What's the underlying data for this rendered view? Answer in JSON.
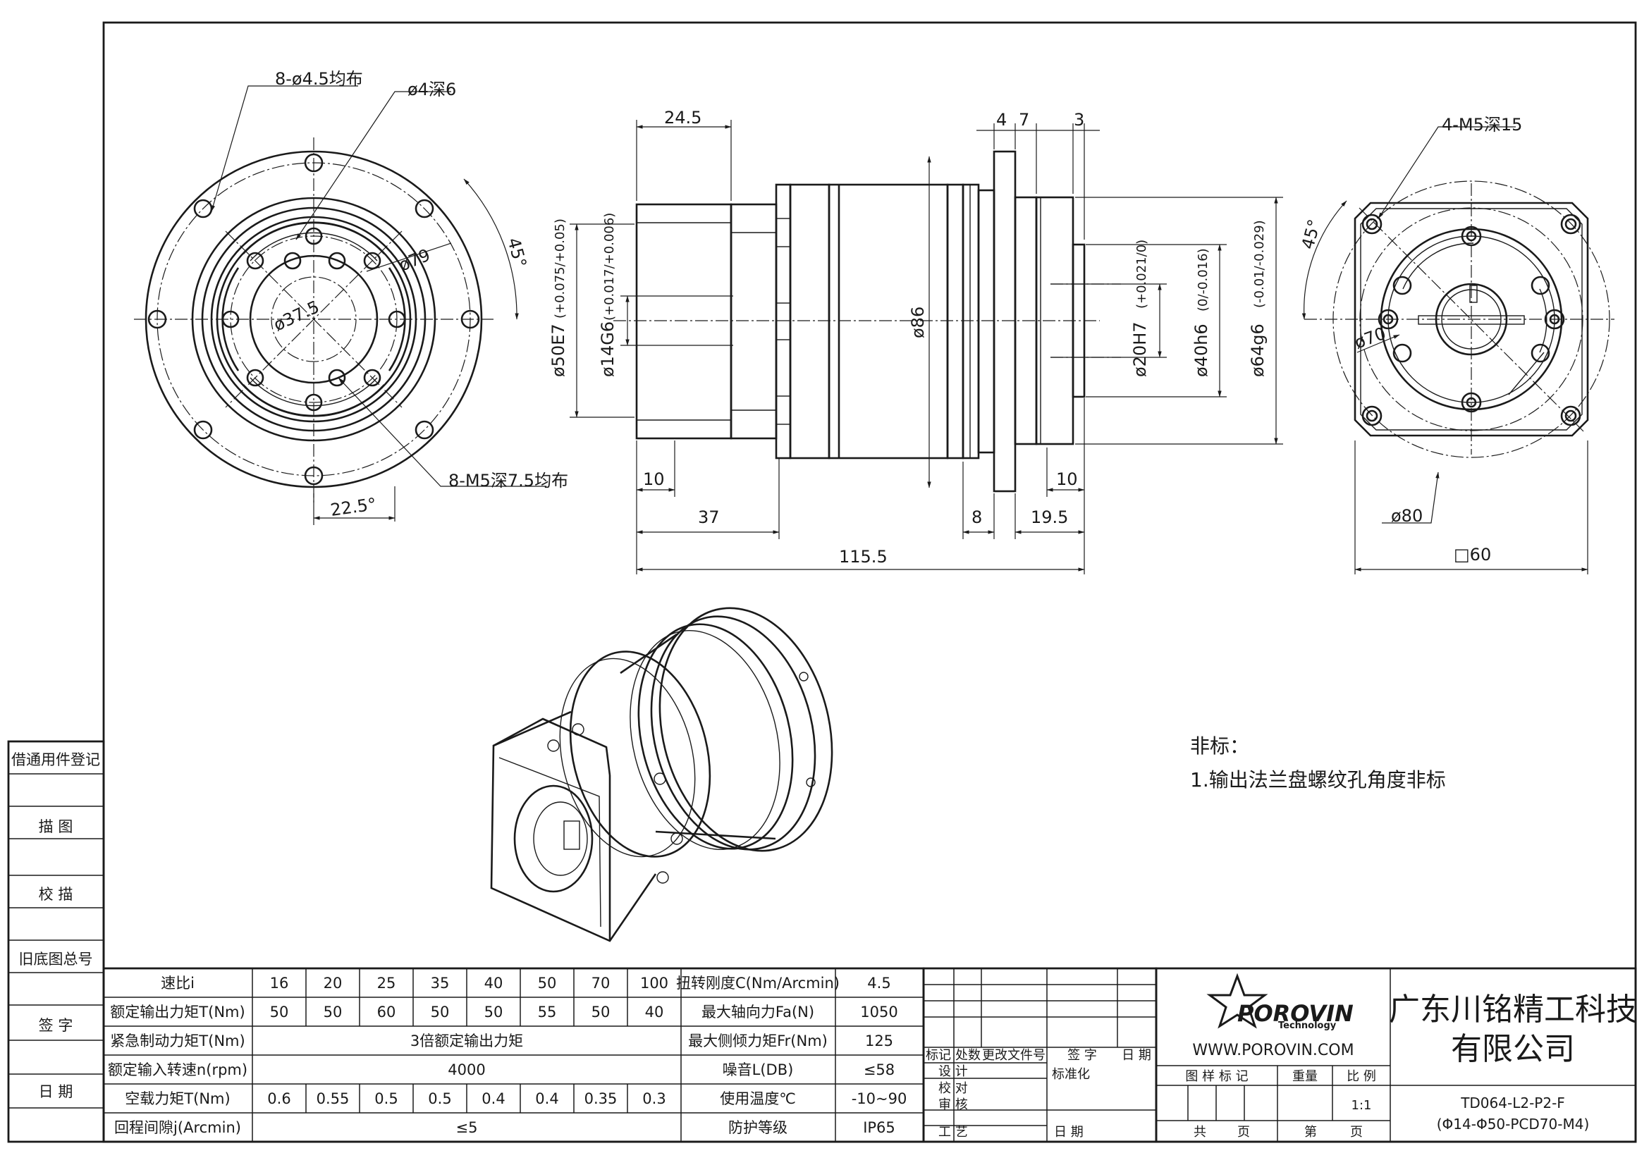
{
  "front_view_dims": {
    "holes_outer": "8-ø4.5均布",
    "hole_small": "ø4深6",
    "holes_thread": "8-M5深7.5均布",
    "pcd_79": "ø79",
    "pcd_37_5": "ø37.5",
    "angle_45": "45°",
    "angle_22_5": "22.5°"
  },
  "side_view_dims": {
    "top_24_5": "24.5",
    "top_4": "4",
    "top_7": "7",
    "top_3": "3",
    "d50": "ø50E7",
    "d50_tol": "(+0.075/+0.05)",
    "d14": "ø14G6",
    "d14_tol": "(+0.017/+0.006)",
    "d86": "ø86",
    "d20": "ø20H7",
    "d20_tol": "(+0.021/0)",
    "d40": "ø40h6",
    "d40_tol": "(0/-0.016)",
    "d64": "ø64g6",
    "d64_tol": "(-0.01/-0.029)",
    "b10_left": "10",
    "b37": "37",
    "b8": "8",
    "b19_5": "19.5",
    "b10_right": "10",
    "b115_5": "115.5"
  },
  "rear_view_dims": {
    "holes": "4-M5深15",
    "angle_45": "45°",
    "d70": "ø70",
    "d80": "ø80",
    "sq60": "□60"
  },
  "notes": {
    "title": "非标：",
    "item1": "1.输出法兰盘螺纹孔角度非标"
  },
  "left_strip": {
    "r1": "借通用件登记",
    "r2": "描 图",
    "r3": "校 描",
    "r4": "旧底图总号",
    "r5": "签 字",
    "r6": "日 期"
  },
  "spec_table": {
    "ratio_label": "速比i",
    "ratios": [
      "16",
      "20",
      "25",
      "35",
      "40",
      "50",
      "70",
      "100"
    ],
    "rated_torque_label": "额定输出力矩T(Nm)",
    "rated_torque": [
      "50",
      "50",
      "60",
      "50",
      "50",
      "55",
      "50",
      "40"
    ],
    "emergency_label": "紧急制动力矩T(Nm)",
    "emergency_value": "3倍额定输出力矩",
    "speed_label": "额定输入转速n(rpm)",
    "speed_value": "4000",
    "noload_label": "空载力矩T(Nm)",
    "noload": [
      "0.6",
      "0.55",
      "0.5",
      "0.5",
      "0.4",
      "0.4",
      "0.35",
      "0.3"
    ],
    "backlash_label": "回程间隙j(Arcmin)",
    "backlash_value": "≤5",
    "right_labels": [
      "扭转刚度C(Nm/Arcmin)",
      "最大轴向力Fa(N)",
      "最大侧倾力矩Fr(Nm)",
      "噪音L(DB)",
      "使用温度℃",
      "防护等级"
    ],
    "right_values": [
      "4.5",
      "1050",
      "125",
      "≤58",
      "-10~90",
      "IP65"
    ]
  },
  "revision_block": {
    "h_mark": "标记",
    "h_count": "处数",
    "h_doc": "更改文件号",
    "h_sign": "签 字",
    "h_date": "日 期",
    "design": "设 计",
    "check": "校 对",
    "review": "审 核",
    "process": "工 艺",
    "standard": "标准化",
    "date2": "日 期"
  },
  "title_block": {
    "logo_text": "POROVIN",
    "logo_sub": "Technology",
    "website": "WWW.POROVIN.COM",
    "company_line1": "广东川铭精工科技",
    "company_line2": "有限公司",
    "h_mark": "图 样 标 记",
    "h_weight": "重量",
    "h_scale": "比 例",
    "scale": "1:1",
    "total": "共",
    "page1": "页",
    "nth": "第",
    "page2": "页",
    "model1": "TD064-L2-P2-F",
    "model2": "(Φ14-Φ50-PCD70-M4)"
  }
}
